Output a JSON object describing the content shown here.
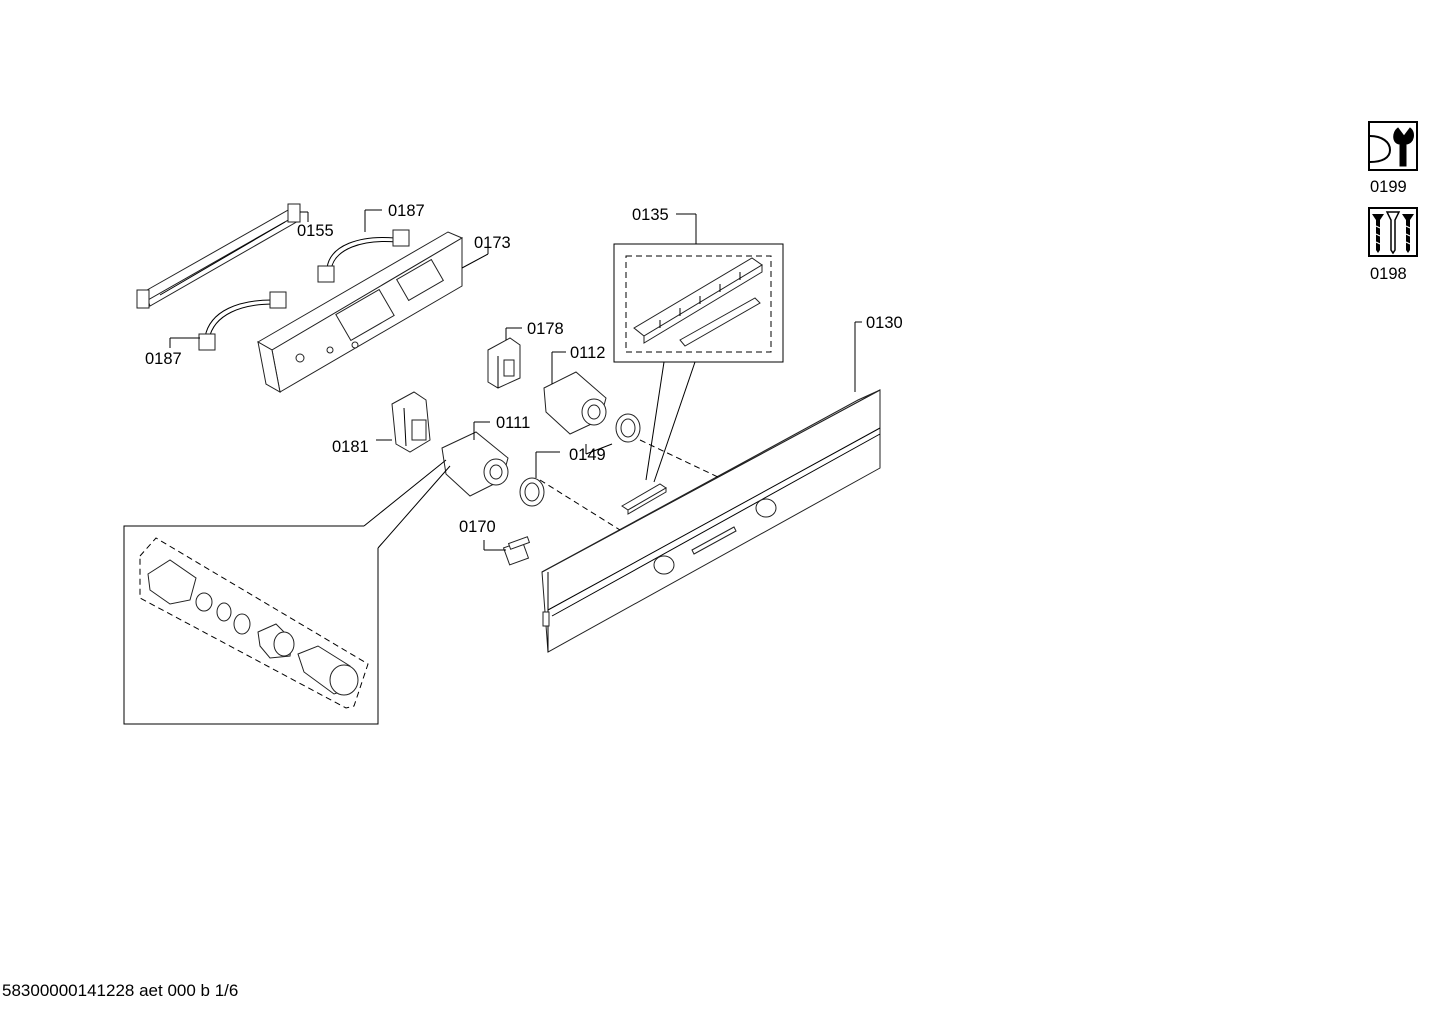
{
  "parts": {
    "p0155": "0155",
    "p0187a": "0187",
    "p0187b": "0187",
    "p0173": "0173",
    "p0135": "0135",
    "p0130": "0130",
    "p0178": "0178",
    "p0112": "0112",
    "p0181": "0181",
    "p0111": "0111",
    "p0149": "0149",
    "p0170": "0170",
    "p0199": "0199",
    "p0198": "0198"
  },
  "footer": {
    "document_id": "58300000141228 aet 000 b 1/6"
  },
  "icons": {
    "tools": "wrench-icon",
    "screws": "screws-icon"
  }
}
